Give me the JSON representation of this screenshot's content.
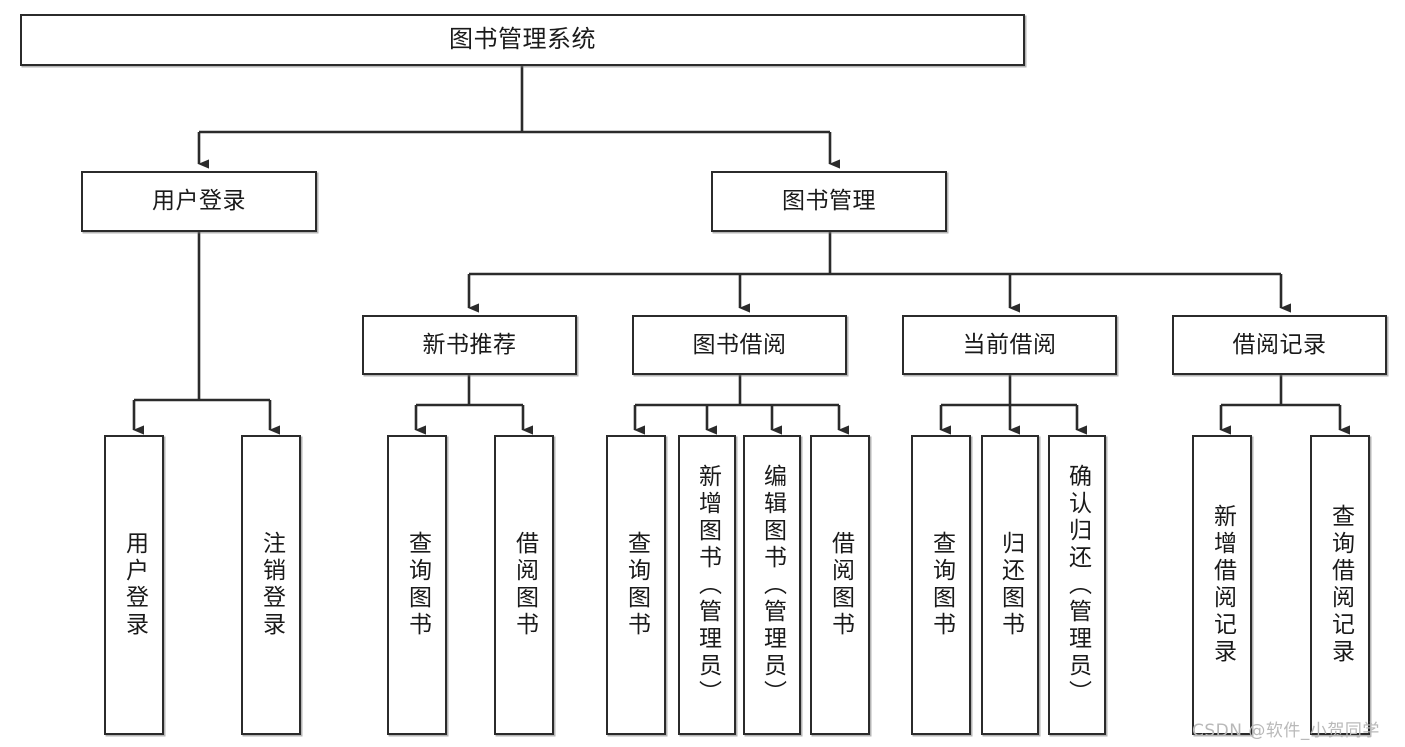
{
  "diagram": {
    "type": "tree-hierarchy",
    "title": "图书管理系统",
    "style": {
      "box_fill": "#ffffff",
      "box_stroke": "#2b2b2b",
      "line_color": "#2b2b2b",
      "text_color": "#1a1a1a",
      "background": "#ffffff"
    },
    "nodes": {
      "root": {
        "label": "图书管理系统"
      },
      "level2": [
        {
          "id": "user-login",
          "label": "用户登录"
        },
        {
          "id": "book-manage",
          "label": "图书管理"
        }
      ],
      "level3": [
        {
          "id": "new-book-rec",
          "label": "新书推荐"
        },
        {
          "id": "book-borrow",
          "label": "图书借阅"
        },
        {
          "id": "current-borrow",
          "label": "当前借阅"
        },
        {
          "id": "borrow-record",
          "label": "借阅记录"
        }
      ],
      "leaves": {
        "user-login": [
          {
            "id": "leaf-user-login",
            "label": "用户登录"
          },
          {
            "id": "leaf-logout",
            "label": "注销登录"
          }
        ],
        "new-book-rec": [
          {
            "id": "leaf-query-book-1",
            "label": "查询图书"
          },
          {
            "id": "leaf-borrow-book-1",
            "label": "借阅图书"
          }
        ],
        "book-borrow": [
          {
            "id": "leaf-query-book-2",
            "label": "查询图书"
          },
          {
            "id": "leaf-add-book",
            "label": "新增图书（管理员）"
          },
          {
            "id": "leaf-edit-book",
            "label": "编辑图书（管理员）"
          },
          {
            "id": "leaf-borrow-book-2",
            "label": "借阅图书"
          }
        ],
        "current-borrow": [
          {
            "id": "leaf-query-book-3",
            "label": "查询图书"
          },
          {
            "id": "leaf-return-book",
            "label": "归还图书"
          },
          {
            "id": "leaf-confirm-return",
            "label": "确认归还（管理员）"
          }
        ],
        "borrow-record": [
          {
            "id": "leaf-add-record",
            "label": "新增借阅记录"
          },
          {
            "id": "leaf-query-record",
            "label": "查询借阅记录"
          }
        ]
      }
    },
    "watermark": "CSDN @软件_小贺同学"
  }
}
